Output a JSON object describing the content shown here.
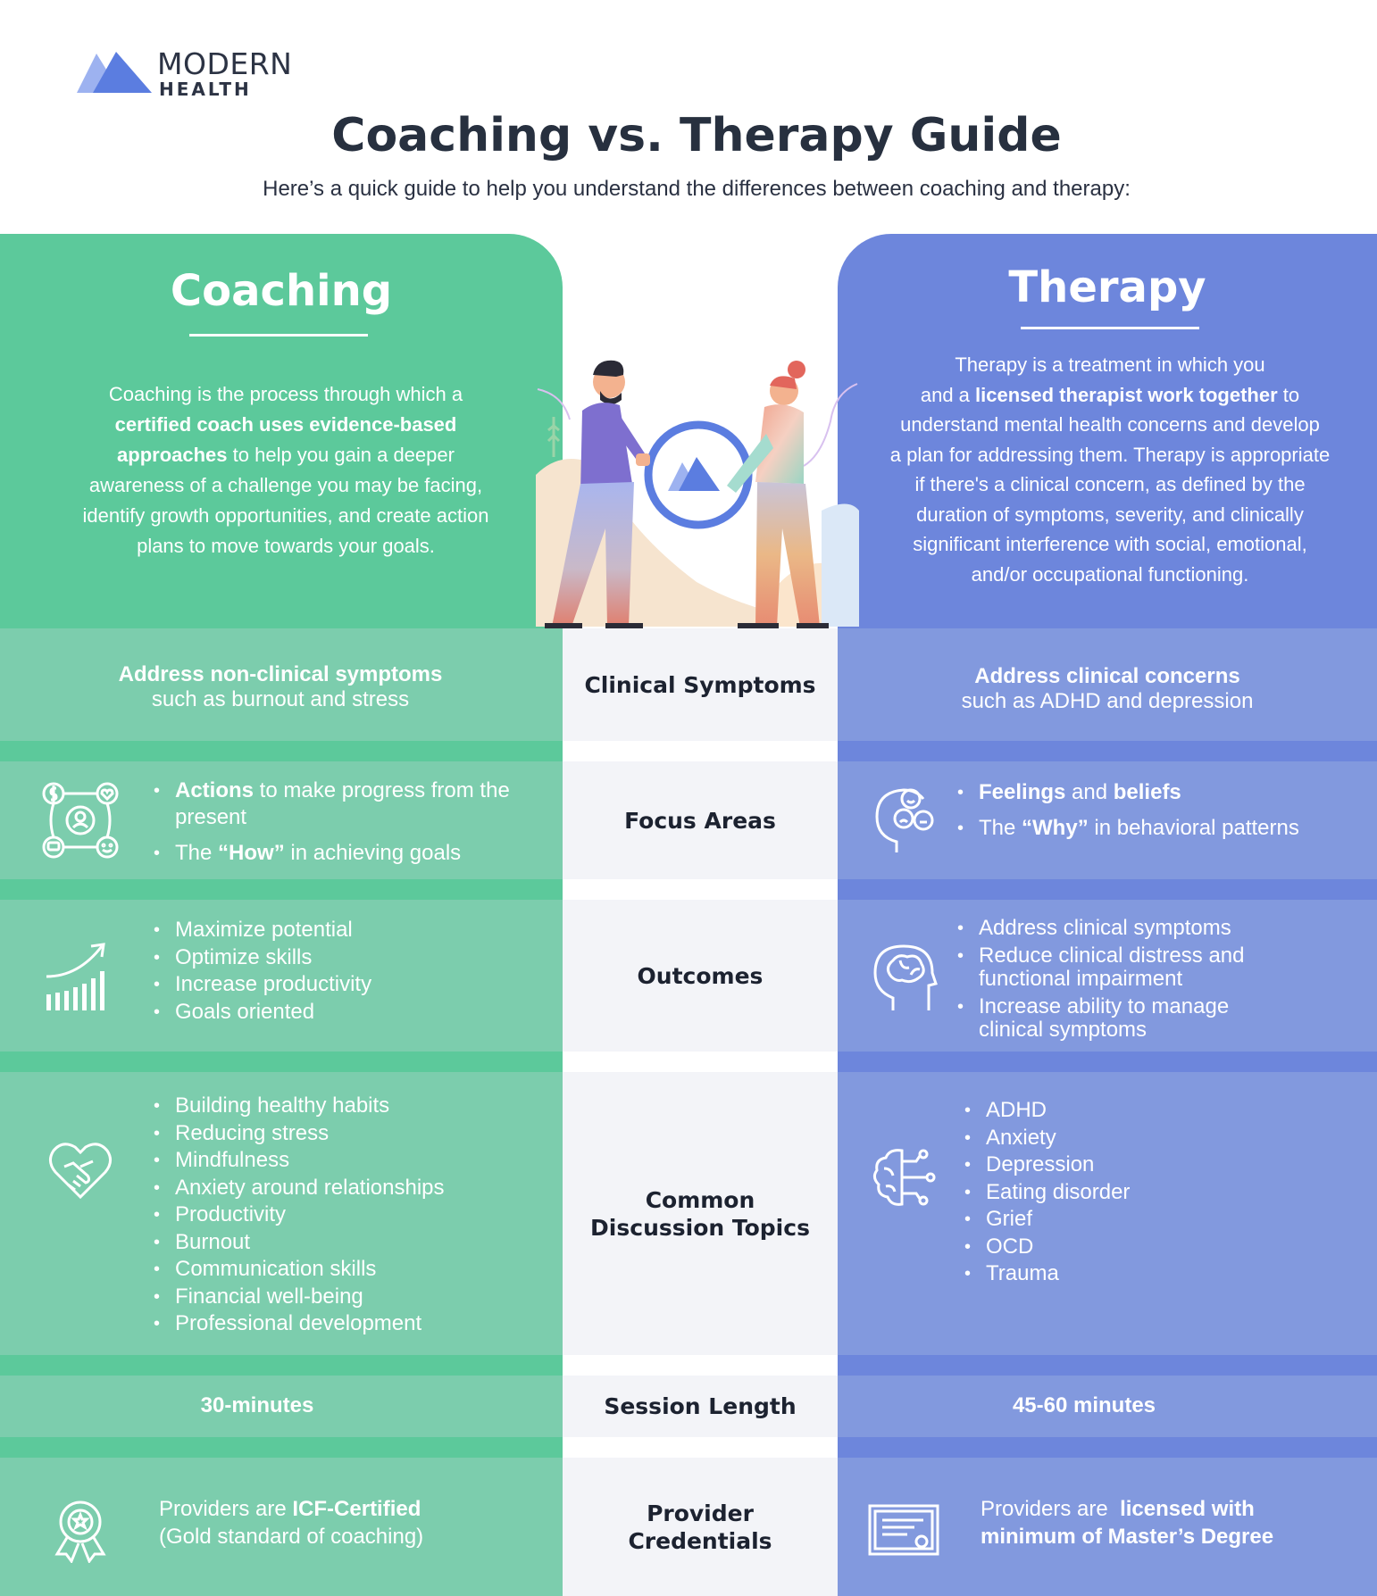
{
  "header": {
    "brand_line1": "MODERN",
    "brand_line2": "HEALTH",
    "title": "Coaching vs. Therapy Guide",
    "subtitle": "Here’s a quick guide to help you understand the differences between coaching and therapy:"
  },
  "coaching": {
    "title": "Coaching",
    "desc_1": "Coaching is the process through which a",
    "desc_bold_1": "certified coach uses evidence-based",
    "desc_bold_2": "approaches",
    "desc_2": " to help you gain a deeper",
    "desc_3": "awareness of a challenge you may be facing,",
    "desc_4": "identify growth opportunities, and create action",
    "desc_5": "plans to move towards your goals."
  },
  "therapy": {
    "title": "Therapy",
    "desc_1": "Therapy is a treatment in which you",
    "desc_2a": "and a ",
    "desc_bold_1": "licensed therapist work together",
    "desc_2b": " to",
    "desc_3": "understand mental health concerns and develop",
    "desc_4": "a plan for addressing them. Therapy is appropriate",
    "desc_5": "if there's a clinical concern, as defined by the",
    "desc_6": "duration of symptoms, severity, and clinically",
    "desc_7": "significant interference with social, emotional,",
    "desc_8": "and/or occupational functioning."
  },
  "rows": {
    "clinical": {
      "label": "Clinical Symptoms",
      "coaching_bold": "Address non-clinical symptoms",
      "coaching_text": "such as burnout and stress",
      "therapy_bold": "Address clinical concerns",
      "therapy_text": "such as ADHD and depression"
    },
    "focus": {
      "label": "Focus Areas",
      "coaching_1_bold": "Actions",
      "coaching_1_text": " to make progress from the present",
      "coaching_2_pre": "The ",
      "coaching_2_bold": "“How”",
      "coaching_2_post": " in achieving goals",
      "therapy_1_bold_a": "Feelings",
      "therapy_1_mid": " and ",
      "therapy_1_bold_b": "beliefs",
      "therapy_2_pre": "The ",
      "therapy_2_bold": "“Why”",
      "therapy_2_post": " in behavioral patterns"
    },
    "outcomes": {
      "label": "Outcomes",
      "coaching": [
        "Maximize potential",
        "Optimize skills",
        "Increase productivity",
        "Goals oriented"
      ],
      "therapy": [
        "Address clinical symptoms",
        "Reduce clinical distress and functional impairment",
        "Increase ability to manage clinical symptoms"
      ]
    },
    "topics": {
      "label_1": "Common",
      "label_2": "Discussion Topics",
      "coaching": [
        "Building healthy habits",
        "Reducing stress",
        "Mindfulness",
        "Anxiety around relationships",
        "Productivity",
        "Burnout",
        "Communication skills",
        "Financial well-being",
        "Professional development"
      ],
      "therapy": [
        "ADHD",
        "Anxiety",
        "Depression",
        "Eating disorder",
        "Grief",
        "OCD",
        "Trauma"
      ]
    },
    "session": {
      "label": "Session Length",
      "coaching": "30-minutes",
      "therapy": "45-60 minutes"
    },
    "credentials": {
      "label_1": "Provider",
      "label_2": "Credentials",
      "coaching_pre": "Providers are ",
      "coaching_bold": "ICF-Certified",
      "coaching_line2": "(Gold standard of coaching)",
      "therapy_pre": "Providers are  ",
      "therapy_bold_1": "licensed with",
      "therapy_bold_2": "minimum of Master’s Degree"
    }
  },
  "colors": {
    "coaching_green": "#5cc99b",
    "coaching_row": "#7ccdad",
    "therapy_blue": "#6d86dc",
    "therapy_row": "#8299de",
    "mid_row": "#f3f4f8"
  },
  "icons": [
    "modern-health-logo-icon",
    "coaching-therapy-illustration",
    "coaching-network-icon",
    "growth-chart-icon",
    "handshake-heart-icon",
    "award-ribbon-icon",
    "head-emotions-icon",
    "brain-head-icon",
    "circuit-brain-icon",
    "certificate-icon"
  ]
}
